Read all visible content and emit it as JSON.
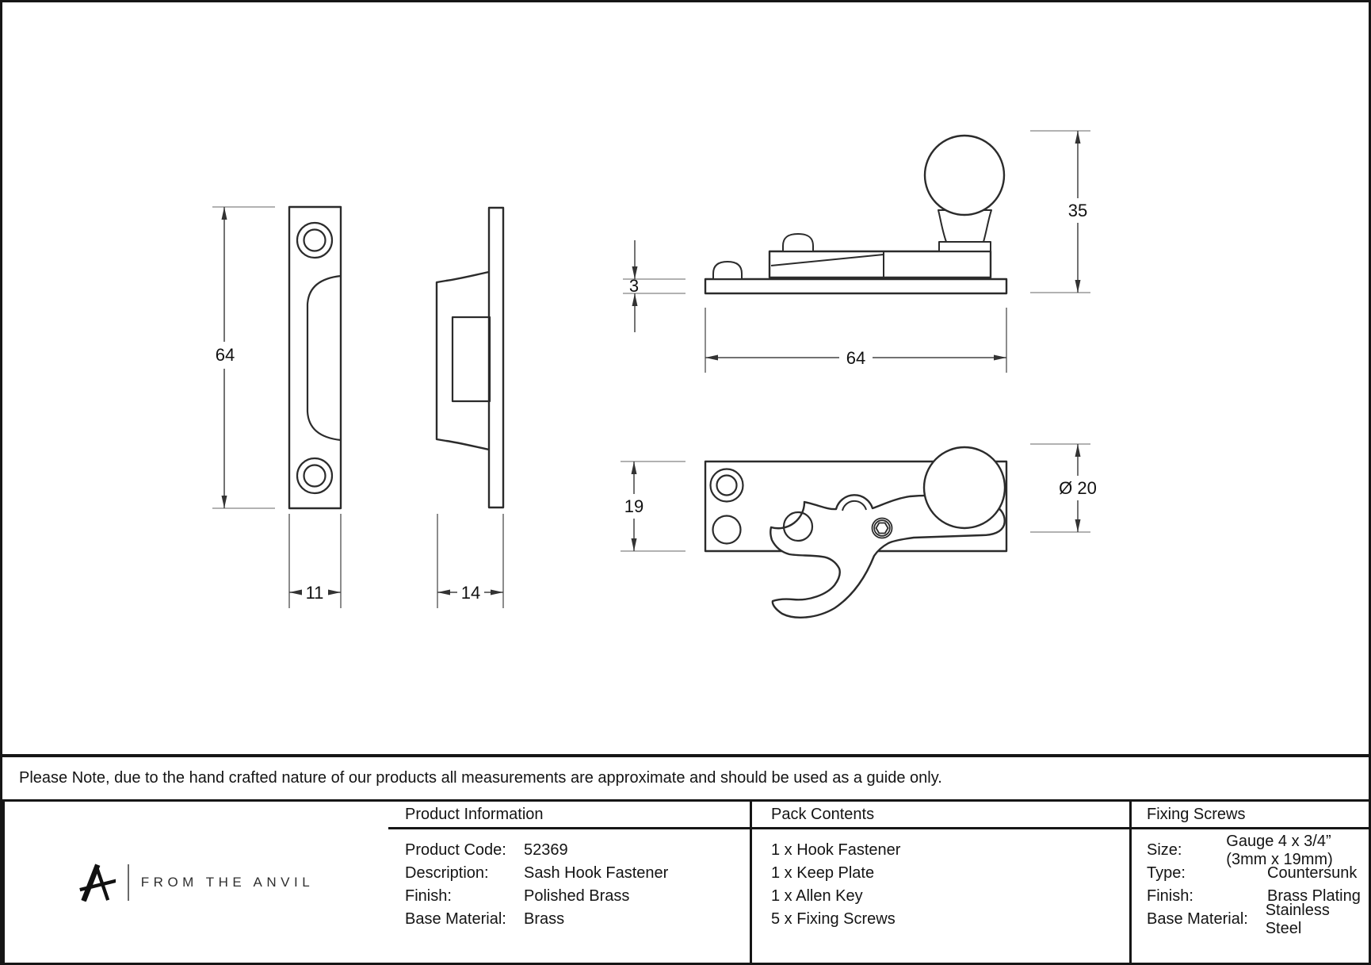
{
  "note": "Please Note, due to the hand crafted nature of our products all measurements are approximate and should be used as a guide only.",
  "dimensions": {
    "keep_plate_height": "64",
    "keep_plate_width": "11",
    "keep_plate_depth": "14",
    "base_thickness": "3",
    "base_length": "64",
    "fastener_height": "35",
    "base_width": "19",
    "knob_diameter": "Ø 20"
  },
  "table": {
    "product_info": {
      "header": "Product Information",
      "rows": [
        {
          "label": "Product Code:",
          "value": "52369"
        },
        {
          "label": "Description:",
          "value": "Sash Hook Fastener"
        },
        {
          "label": "Finish:",
          "value": "Polished Brass"
        },
        {
          "label": "Base Material:",
          "value": "Brass"
        }
      ]
    },
    "pack_contents": {
      "header": "Pack Contents",
      "items": [
        "1 x Hook Fastener",
        "1 x Keep Plate",
        "1 x Allen Key",
        "5 x Fixing Screws"
      ]
    },
    "fixing_screws": {
      "header": "Fixing Screws",
      "rows": [
        {
          "label": "Size:",
          "value": "Gauge 4 x 3/4” (3mm x 19mm)"
        },
        {
          "label": "Type:",
          "value": "Countersunk"
        },
        {
          "label": "Finish:",
          "value": "Brass Plating"
        },
        {
          "label": "Base Material:",
          "value": "Stainless Steel"
        }
      ]
    },
    "brand": {
      "name": "FROM THE ANVIL"
    }
  }
}
